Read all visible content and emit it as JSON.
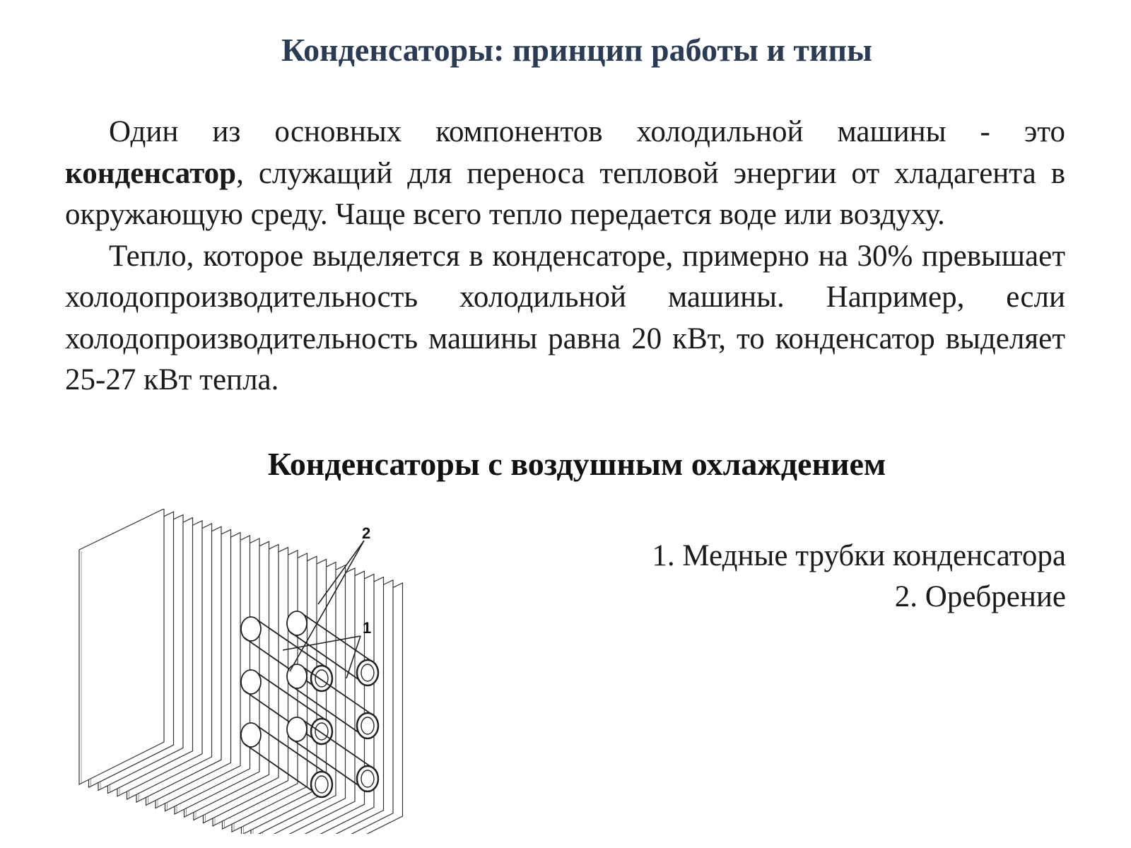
{
  "title": "Конденсаторы: принцип работы и типы",
  "paragraph1": {
    "before_bold": "Один из основных компонентов холодильной машины - это ",
    "bold": "конденсатор",
    "after_bold": ", служащий для переноса тепловой энергии от хладагента в окружающую среду. Чаще всего тепло передается воде или воздуху."
  },
  "paragraph2": "Тепло, которое выделяется в конденсаторе, примерно на 30% превышает холодопроизводительность холодильной машины. Например, если холодопроизводительность машины равна 20 кВт, то конденсатор выделяет 25-27 кВт тепла.",
  "subtitle": "Конденсаторы с воздушным охлаждением",
  "figure": {
    "label_fins": "2",
    "label_tubes": "1"
  },
  "legend": [
    "1. Медные трубки конденсатора",
    "2. Оребрение"
  ]
}
